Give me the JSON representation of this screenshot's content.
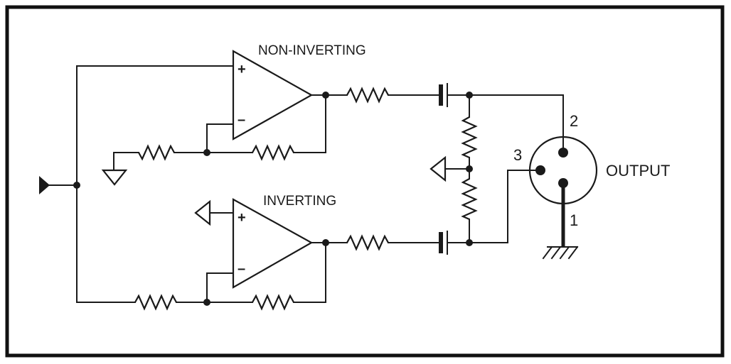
{
  "labels": {
    "non_inverting": "NON-INVERTING",
    "inverting": "INVERTING",
    "output": "OUTPUT"
  },
  "opamp_inputs": {
    "plus": "+",
    "minus": "–"
  },
  "connector_pins": {
    "pin1": "1",
    "pin2": "2",
    "pin3": "3"
  }
}
